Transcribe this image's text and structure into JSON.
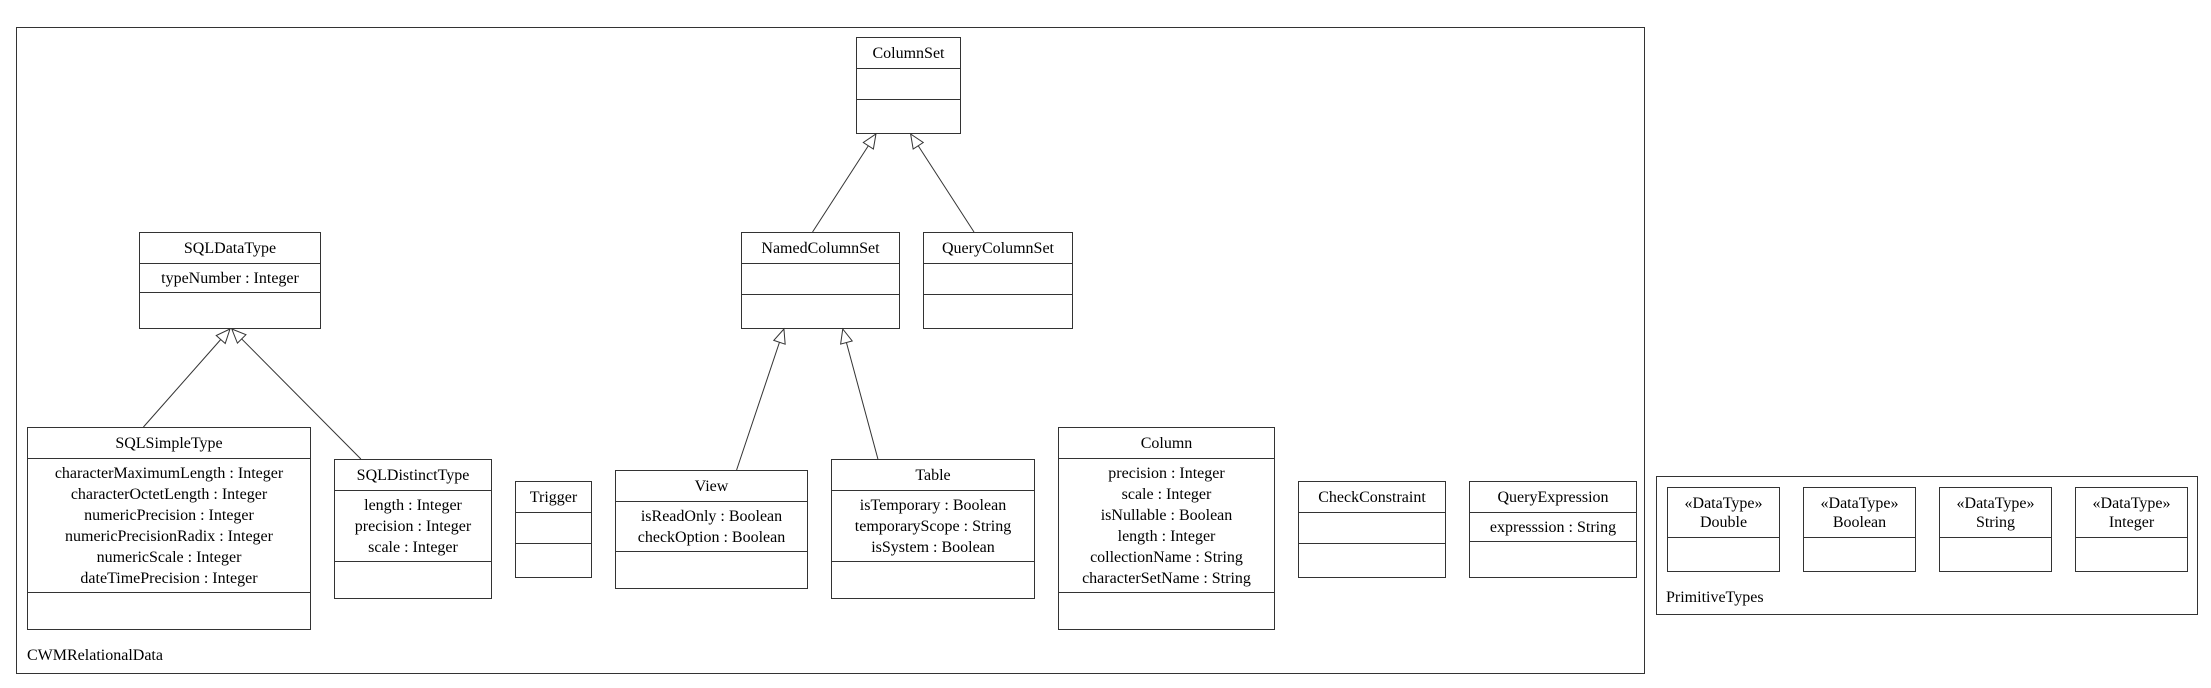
{
  "packages": {
    "relational": {
      "label": "CWMRelationalData"
    },
    "primitive": {
      "label": "PrimitiveTypes"
    }
  },
  "classes": {
    "columnset": {
      "name": "ColumnSet",
      "attributes": []
    },
    "namedcolumnset": {
      "name": "NamedColumnSet",
      "attributes": []
    },
    "querycolumnset": {
      "name": "QueryColumnSet",
      "attributes": []
    },
    "sqldatatype": {
      "name": "SQLDataType",
      "attributes": [
        "typeNumber : Integer"
      ]
    },
    "sqlsimpletype": {
      "name": "SQLSimpleType",
      "attributes": [
        "characterMaximumLength : Integer",
        "characterOctetLength : Integer",
        "numericPrecision : Integer",
        "numericPrecisionRadix : Integer",
        "numericScale : Integer",
        "dateTimePrecision : Integer"
      ]
    },
    "sqldistincttype": {
      "name": "SQLDistinctType",
      "attributes": [
        "length : Integer",
        "precision : Integer",
        "scale : Integer"
      ]
    },
    "trigger": {
      "name": "Trigger",
      "attributes": []
    },
    "view": {
      "name": "View",
      "attributes": [
        "isReadOnly : Boolean",
        "checkOption : Boolean"
      ]
    },
    "table": {
      "name": "Table",
      "attributes": [
        "isTemporary : Boolean",
        "temporaryScope : String",
        "isSystem : Boolean"
      ]
    },
    "column": {
      "name": "Column",
      "attributes": [
        "precision : Integer",
        "scale : Integer",
        "isNullable : Boolean",
        "length : Integer",
        "collectionName : String",
        "characterSetName : String"
      ]
    },
    "checkconstraint": {
      "name": "CheckConstraint",
      "attributes": []
    },
    "queryexpression": {
      "name": "QueryExpression",
      "attributes": [
        "expresssion : String"
      ]
    },
    "double": {
      "stereotype": "«DataType»",
      "name": "Double",
      "attributes": []
    },
    "boolean": {
      "stereotype": "«DataType»",
      "name": "Boolean",
      "attributes": []
    },
    "string": {
      "stereotype": "«DataType»",
      "name": "String",
      "attributes": []
    },
    "integer": {
      "stereotype": "«DataType»",
      "name": "Integer",
      "attributes": []
    }
  },
  "generalizations": [
    {
      "child": "namedcolumnset",
      "parent": "columnset"
    },
    {
      "child": "querycolumnset",
      "parent": "columnset"
    },
    {
      "child": "sqlsimpletype",
      "parent": "sqldatatype"
    },
    {
      "child": "sqldistincttype",
      "parent": "sqldatatype"
    },
    {
      "child": "view",
      "parent": "namedcolumnset"
    },
    {
      "child": "table",
      "parent": "namedcolumnset"
    }
  ],
  "colors": {
    "line": "#333333",
    "background": "#ffffff"
  }
}
